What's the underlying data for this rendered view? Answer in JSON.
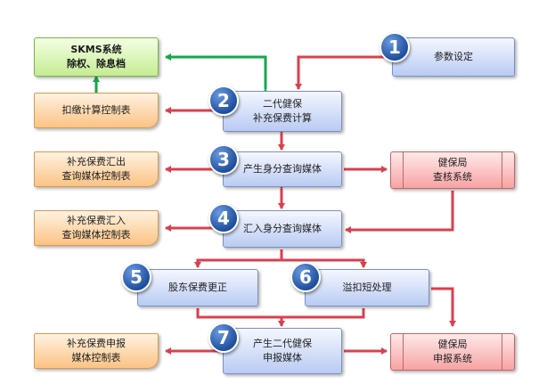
{
  "nodes": {
    "skms": [
      "SKMS系统",
      "除权、除息档"
    ],
    "params": [
      "参数设定"
    ],
    "calc": [
      "二代健保",
      "补充保费计算"
    ],
    "deduct_ctrl": [
      "扣缴计算控制表"
    ],
    "query": [
      "产生身分查询媒体"
    ],
    "summary_out_ctrl": [
      "补充保费汇出",
      "查询媒体控制表"
    ],
    "nhi_audit": [
      "健保局",
      "查核系统"
    ],
    "import": [
      "汇入身分查询媒体"
    ],
    "summary_in_ctrl": [
      "补充保费汇入",
      "查询媒体控制表"
    ],
    "shareholder": [
      "股东保费更正"
    ],
    "overdeduct": [
      "溢扣短处理"
    ],
    "report": [
      "产生二代健保",
      "申报媒体"
    ],
    "report_ctrl": [
      "补充保费申报",
      "媒体控制表"
    ],
    "nhi_report": [
      "健保局",
      "申报系统"
    ]
  },
  "steps": [
    "1",
    "2",
    "3",
    "4",
    "5",
    "6",
    "7"
  ],
  "colors": {
    "flow_red": "#d9404f",
    "flow_green": "#1aa54a",
    "step_badge": "#2b5fb3"
  }
}
